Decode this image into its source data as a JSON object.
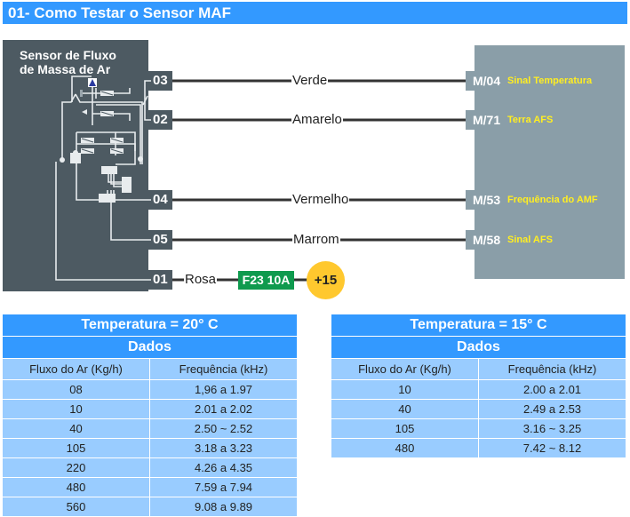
{
  "title": "01- Como Testar o Sensor MAF",
  "diagram": {
    "sensor_label_line1": "Sensor de Fluxo",
    "sensor_label_line2": "de Massa de Ar",
    "colors": {
      "sensor_box": "#4d5a62",
      "ecu_box": "#8a9ea8",
      "wire": "#333333",
      "signal_text": "#ffee22",
      "fuse": "#0f9a4e",
      "plus_badge": "#ffc82e"
    },
    "connections": [
      {
        "sensor_pin": "03",
        "wire_color": "Verde",
        "ecu_pin": "M/04",
        "signal": "Sinal Temperatura"
      },
      {
        "sensor_pin": "02",
        "wire_color": "Amarelo",
        "ecu_pin": "M/71",
        "signal": "Terra AFS"
      },
      {
        "sensor_pin": "04",
        "wire_color": "Vermelho",
        "ecu_pin": "M/53",
        "signal": "Frequência do AMF"
      },
      {
        "sensor_pin": "05",
        "wire_color": "Marrom",
        "ecu_pin": "M/58",
        "signal": "Sinal AFS"
      }
    ],
    "power": {
      "sensor_pin": "01",
      "wire_color": "Rosa",
      "fuse": "F23 10A",
      "supply": "+15"
    }
  },
  "tables": [
    {
      "title": "Temperatura = 20° C",
      "subtitle": "Dados",
      "columns": [
        "Fluxo do Ar (Kg/h)",
        "Frequência (kHz)"
      ],
      "rows": [
        [
          "08",
          "1,96 a 1.97"
        ],
        [
          "10",
          "2.01 a 2.02"
        ],
        [
          "40",
          "2.50 ~ 2.52"
        ],
        [
          "105",
          "3.18 a 3.23"
        ],
        [
          "220",
          "4.26 a 4.35"
        ],
        [
          "480",
          "7.59 a 7.94"
        ],
        [
          "560",
          "9.08 a 9.89"
        ]
      ]
    },
    {
      "title": "Temperatura = 15° C",
      "subtitle": "Dados",
      "columns": [
        "Fluxo do Ar (Kg/h)",
        "Frequência (kHz)"
      ],
      "rows": [
        [
          "10",
          "2.00 a 2.01"
        ],
        [
          "40",
          "2.49 a 2.53"
        ],
        [
          "105",
          "3.16 ~ 3.25"
        ],
        [
          "480",
          "7.42 ~ 8.12"
        ]
      ]
    }
  ]
}
